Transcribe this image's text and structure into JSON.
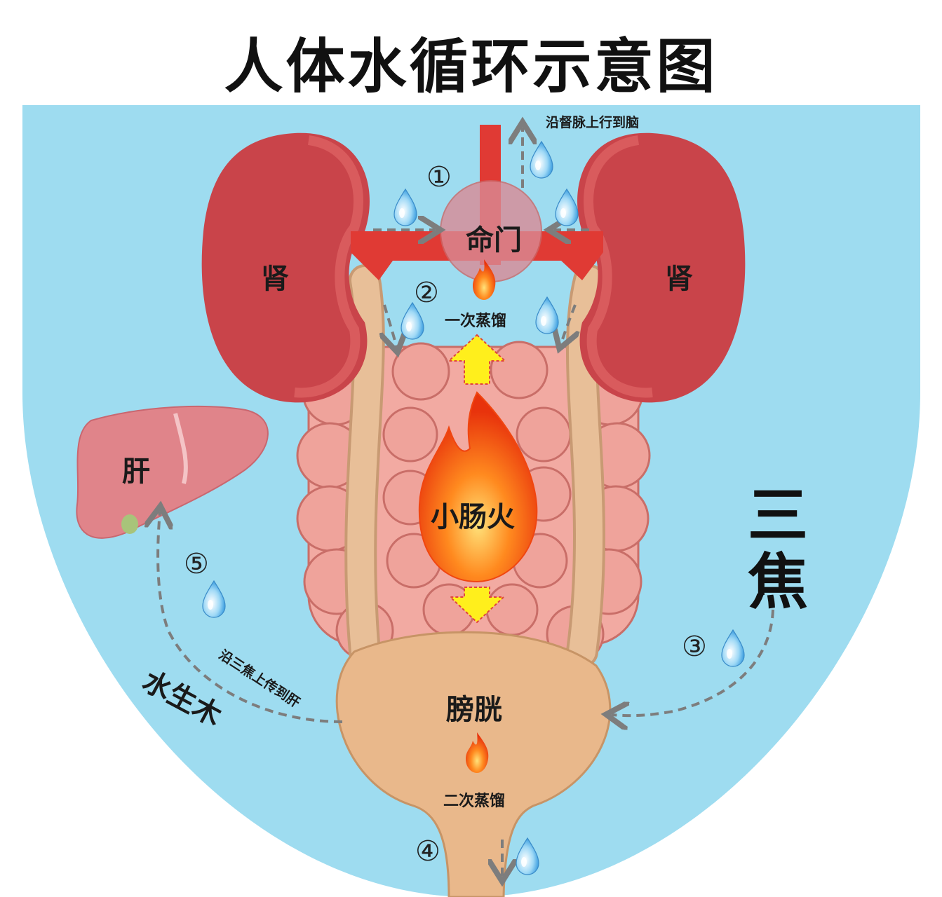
{
  "title": "人体水循环示意图",
  "labels": {
    "mingmen": "命门",
    "kidney_left": "肾",
    "kidney_right": "肾",
    "liver": "肝",
    "small_intestine_fire": "小肠火",
    "bladder": "膀胱",
    "first_distill": "一次蒸馏",
    "second_distill": "二次蒸馏",
    "up_dumai": "沿督脉上行到脑",
    "up_sanjiao": "沿三焦上传到肝",
    "water_wood": "水生木",
    "san": "三",
    "jiao": "焦"
  },
  "steps": [
    "①",
    "②",
    "③",
    "④",
    "⑤"
  ],
  "colors": {
    "background_water": "#9edcf0",
    "kidney": "#c9444a",
    "vessel": "#e03a34",
    "ureter": "#e8bf98",
    "bladder": "#e9b88b",
    "intestine": "#efa39b",
    "liver": "#e0848a",
    "fire": "#ff6a13",
    "arrow_yellow": "#ffef1c",
    "dashed_arrow": "#7d7d7d",
    "droplet": "#5db8ea"
  }
}
